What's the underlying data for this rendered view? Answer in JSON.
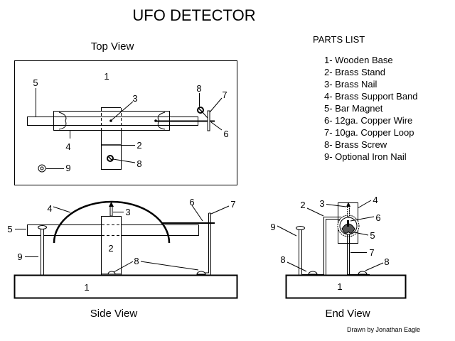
{
  "title": "UFO DETECTOR",
  "top_view": {
    "caption": "Top View",
    "labels": {
      "base": "1",
      "stand": "2",
      "nail": "3",
      "band": "4",
      "magnet": "5",
      "wire": "6",
      "loop": "7",
      "screw": "8",
      "screw_stand": "8",
      "iron_nail": "9"
    }
  },
  "side_view": {
    "caption": "Side View",
    "labels": {
      "base": "1",
      "stand": "2",
      "nail": "3",
      "band": "4",
      "magnet": "5",
      "wire": "6",
      "loop": "7",
      "screw": "8",
      "iron_nail": "9"
    }
  },
  "end_view": {
    "caption": "End View",
    "labels": {
      "base": "1",
      "stand": "2",
      "nail": "3",
      "band": "4",
      "magnet": "5",
      "wire": "6",
      "loop": "7",
      "screw_left": "8",
      "screw_right": "8",
      "iron_nail": "9"
    }
  },
  "parts_list": {
    "heading": "PARTS LIST",
    "items": [
      "1- Wooden Base",
      "2- Brass Stand",
      "3- Brass  Nail",
      "4- Brass Support  Band",
      "5- Bar Magnet",
      "6- 12ga. Copper Wire",
      "7- 10ga. Copper Loop",
      "8- Brass Screw",
      "9- Optional Iron Nail"
    ]
  },
  "credit": "Drawn by Jonathan Eagle"
}
